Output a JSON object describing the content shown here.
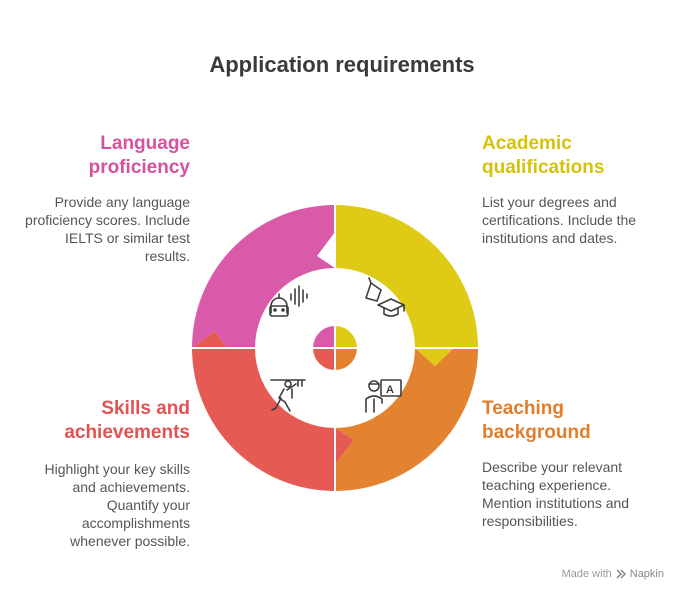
{
  "title": "Application requirements",
  "colors": {
    "language": "#d95aa9",
    "academic": "#dfcb16",
    "skills": "#e55a52",
    "teaching": "#e4832f"
  },
  "sections": {
    "language": {
      "heading": "Language proficiency",
      "description": "Provide any language proficiency scores. Include IELTS or similar test results.",
      "icon": "robot-speaking-icon"
    },
    "academic": {
      "heading": "Academic qualifications",
      "description": "List your degrees and certifications. Include the institutions and dates.",
      "icon": "graduation-cap-icon"
    },
    "skills": {
      "heading": "Skills and achievements",
      "description": "Highlight your key skills and achievements. Quantify your accomplishments whenever possible.",
      "icon": "trophy-climber-icon"
    },
    "teaching": {
      "heading": "Teaching background",
      "description": "Describe your relevant teaching experience. Mention institutions and responsibilities.",
      "icon": "teacher-board-icon"
    }
  },
  "footer": {
    "made_with": "Made with",
    "brand": "Napkin"
  }
}
